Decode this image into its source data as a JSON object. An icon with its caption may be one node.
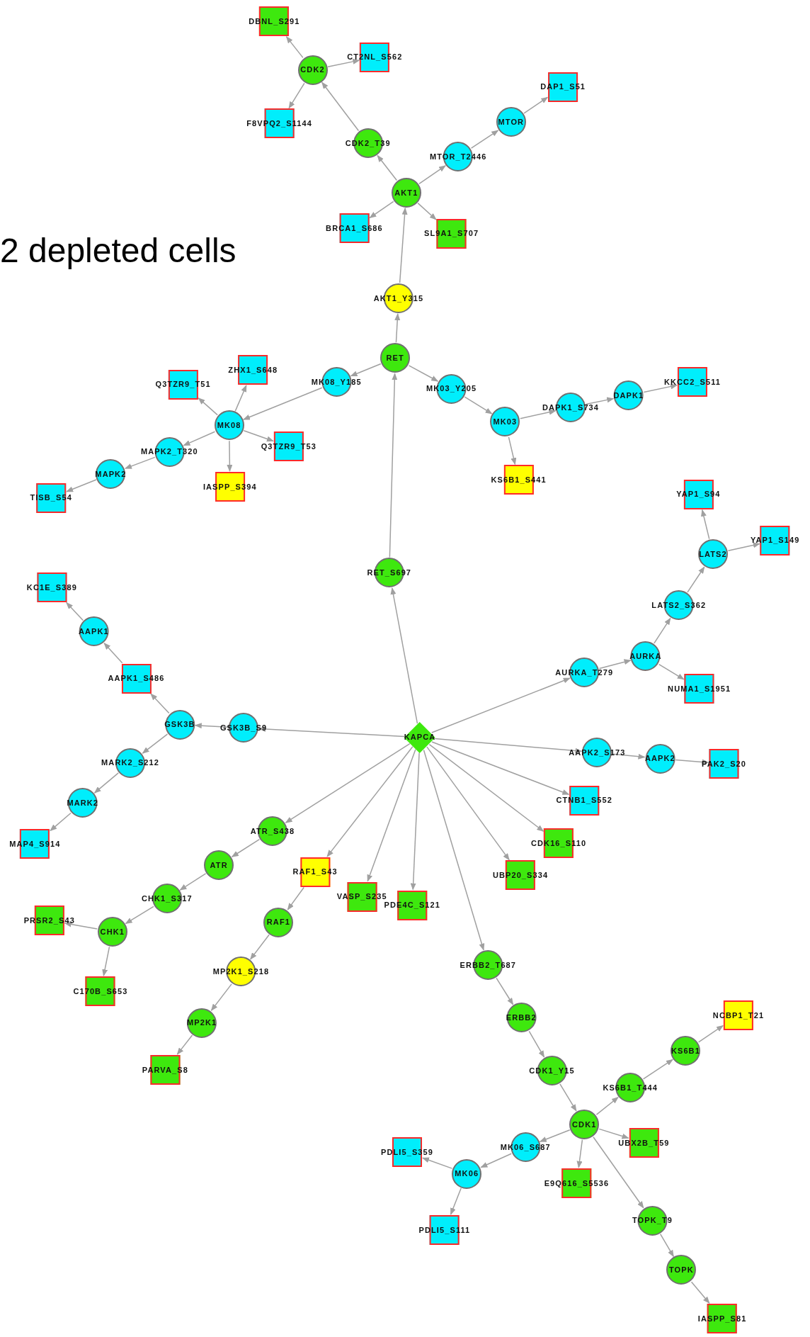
{
  "diagram": {
    "nodes": [
      {
        "text": [
          "DBNL_S291"
        ]
      },
      {
        "text": [
          "CDK2"
        ]
      },
      {
        "text": [
          "CT2NL_S562"
        ]
      },
      {
        "text": [
          "F8VPQ2_S1144"
        ]
      },
      {
        "text": [
          "CDK2_T39"
        ]
      },
      {
        "text": [
          "MTOR"
        ]
      },
      {
        "text": [
          "DAP1_S51"
        ]
      },
      {
        "text": [
          "MTOR_T2446"
        ]
      },
      {
        "text": [
          "AKT1"
        ]
      },
      {
        "text": [
          "BRCA1_S686"
        ]
      },
      {
        "text": [
          "SL9A1_S707"
        ]
      },
      {
        "text": [
          "AKT1_Y315"
        ]
      },
      {
        "text": [
          "RET"
        ]
      },
      {
        "text": [
          "MK08_Y185"
        ]
      },
      {
        "text": [
          "MK03_Y205"
        ]
      },
      {
        "text": [
          "ZHX1_S648"
        ]
      },
      {
        "text": [
          "Q3TZR9_T51"
        ]
      },
      {
        "text": [
          "MK08"
        ]
      },
      {
        "text": [
          "Q3TZR9_T53"
        ]
      },
      {
        "text": [
          "MAPK2_T320"
        ]
      },
      {
        "text": [
          "MAPK2"
        ]
      },
      {
        "text": [
          "IASPP_S394"
        ]
      },
      {
        "text": [
          "TISB_S54"
        ]
      },
      {
        "text": [
          "MK03"
        ]
      },
      {
        "text": [
          "DAPK1_S734"
        ]
      },
      {
        "text": [
          "DAPK1"
        ]
      },
      {
        "text": [
          "KKCC2_S511"
        ]
      },
      {
        "text": [
          "KS6B1_S441"
        ]
      },
      {
        "text": [
          "YAP1_S94"
        ]
      },
      {
        "text": [
          "YAP1_S149"
        ]
      },
      {
        "text": [
          "LATS2"
        ]
      },
      {
        "text": [
          "RET_S697"
        ]
      },
      {
        "text": [
          "KC1E_S389"
        ]
      },
      {
        "text": [
          "AAPK1"
        ]
      },
      {
        "text": [
          "LATS2_S362"
        ]
      },
      {
        "text": [
          "AAPK1_S486"
        ]
      },
      {
        "text": [
          "AURKA"
        ]
      },
      {
        "text": [
          "AURKA_T279"
        ]
      },
      {
        "text": [
          "NUMA1_S1951"
        ]
      },
      {
        "text": [
          "GSK3B"
        ]
      },
      {
        "text": [
          "GSK3B_S9"
        ]
      },
      {
        "text": [
          "KAPCA"
        ]
      },
      {
        "text": [
          "AAPK2_S173"
        ]
      },
      {
        "text": [
          "AAPK2"
        ]
      },
      {
        "text": [
          "PAK2_S20"
        ]
      },
      {
        "text": [
          "MARK2_S212"
        ]
      },
      {
        "text": [
          "CTNB1_S552"
        ]
      },
      {
        "text": [
          "MARK2"
        ]
      },
      {
        "text": [
          "ATR_S438"
        ]
      },
      {
        "text": [
          "CDK16_S110"
        ]
      },
      {
        "text": [
          "MAP4_S914"
        ]
      },
      {
        "text": [
          "ATR"
        ]
      },
      {
        "text": [
          "RAF1_S43"
        ]
      },
      {
        "text": [
          "UBP20_S334"
        ]
      },
      {
        "text": [
          "VASP_S235"
        ]
      },
      {
        "text": [
          "PDE4C_S121"
        ]
      },
      {
        "text": [
          "CHK1_S317"
        ]
      },
      {
        "text": [
          "PRSR2_S43"
        ]
      },
      {
        "text": [
          "CHK1"
        ]
      },
      {
        "text": [
          "RAF1"
        ]
      },
      {
        "text": [
          "ERBB2_T687"
        ]
      },
      {
        "text": [
          "MP2K1_S218"
        ]
      },
      {
        "text": [
          "C170B_S653"
        ]
      },
      {
        "text": [
          "ERBB2"
        ]
      },
      {
        "text": [
          "NCBP1_T21"
        ]
      },
      {
        "text": [
          "MP2K1"
        ]
      },
      {
        "text": [
          "KS6B1"
        ]
      },
      {
        "text": [
          "CDK1_Y15"
        ]
      },
      {
        "text": [
          "PARVA_S8"
        ]
      },
      {
        "text": [
          "KS6B1_T444"
        ]
      },
      {
        "text": [
          "CDK1"
        ]
      },
      {
        "text": [
          "UBX2B_T59"
        ]
      },
      {
        "text": [
          "MK06_S687"
        ]
      },
      {
        "text": [
          "PDLI5_S359"
        ]
      },
      {
        "text": [
          "MK06"
        ]
      },
      {
        "text": [
          "E9Q616_S5536"
        ]
      },
      {
        "text": [
          "TOPK_T9"
        ]
      },
      {
        "text": [
          "PDLI5_S111"
        ]
      },
      {
        "text": [
          "TOPK"
        ]
      },
      {
        "text": [
          "IASPP_S81"
        ]
      }
    ],
    "edges": [
      {
        "from": 1,
        "to": 0,
        "arrow": "to"
      },
      {
        "from": 1,
        "to": 2,
        "arrow": "to"
      },
      {
        "from": 1,
        "to": 3,
        "arrow": "to"
      },
      {
        "from": 4,
        "to": 1,
        "arrow": "to"
      },
      {
        "from": 8,
        "to": 4,
        "arrow": "to"
      },
      {
        "from": 8,
        "to": 7,
        "arrow": "to"
      },
      {
        "from": 7,
        "to": 5,
        "arrow": "to"
      },
      {
        "from": 5,
        "to": 6,
        "arrow": "to"
      },
      {
        "from": 8,
        "to": 9,
        "arrow": "to"
      },
      {
        "from": 8,
        "to": 10,
        "arrow": "to"
      },
      {
        "from": 11,
        "to": 8,
        "arrow": "to"
      },
      {
        "from": 12,
        "to": 11,
        "arrow": "to"
      },
      {
        "from": 12,
        "to": 13,
        "arrow": "to"
      },
      {
        "from": 13,
        "to": 17,
        "arrow": "to"
      },
      {
        "from": 12,
        "to": 14,
        "arrow": "to"
      },
      {
        "from": 14,
        "to": 23,
        "arrow": "to"
      },
      {
        "from": 17,
        "to": 16,
        "arrow": "to"
      },
      {
        "from": 17,
        "to": 15,
        "arrow": "to"
      },
      {
        "from": 17,
        "to": 18,
        "arrow": "to"
      },
      {
        "from": 17,
        "to": 19,
        "arrow": "to"
      },
      {
        "from": 19,
        "to": 20,
        "arrow": "to"
      },
      {
        "from": 20,
        "to": 22,
        "arrow": "to"
      },
      {
        "from": 17,
        "to": 21,
        "arrow": "to"
      },
      {
        "from": 23,
        "to": 24,
        "arrow": "to"
      },
      {
        "from": 24,
        "to": 25,
        "arrow": "to"
      },
      {
        "from": 25,
        "to": 26,
        "arrow": "to"
      },
      {
        "from": 23,
        "to": 27,
        "arrow": "to"
      },
      {
        "from": 31,
        "to": 12,
        "arrow": "to"
      },
      {
        "from": 41,
        "to": 31,
        "arrow": "to"
      },
      {
        "from": 41,
        "to": 37,
        "arrow": "to"
      },
      {
        "from": 37,
        "to": 36,
        "arrow": "to"
      },
      {
        "from": 36,
        "to": 34,
        "arrow": "to"
      },
      {
        "from": 34,
        "to": 30,
        "arrow": "to"
      },
      {
        "from": 30,
        "to": 28,
        "arrow": "to"
      },
      {
        "from": 30,
        "to": 29,
        "arrow": "to"
      },
      {
        "from": 36,
        "to": 38,
        "arrow": "to"
      },
      {
        "from": 41,
        "to": 40,
        "arrow": "to"
      },
      {
        "from": 40,
        "to": 39,
        "arrow": "to"
      },
      {
        "from": 39,
        "to": 35,
        "arrow": "to"
      },
      {
        "from": 35,
        "to": 33,
        "arrow": "to"
      },
      {
        "from": 33,
        "to": 32,
        "arrow": "to"
      },
      {
        "from": 39,
        "to": 45,
        "arrow": "to"
      },
      {
        "from": 45,
        "to": 47,
        "arrow": "to"
      },
      {
        "from": 47,
        "to": 50,
        "arrow": "to"
      },
      {
        "from": 41,
        "to": 42,
        "arrow": "to"
      },
      {
        "from": 42,
        "to": 43,
        "arrow": "to"
      },
      {
        "from": 43,
        "to": 44,
        "arrow": "to"
      },
      {
        "from": 41,
        "to": 46,
        "arrow": "to"
      },
      {
        "from": 41,
        "to": 49,
        "arrow": "to"
      },
      {
        "from": 41,
        "to": 53,
        "arrow": "to"
      },
      {
        "from": 41,
        "to": 48,
        "arrow": "to"
      },
      {
        "from": 48,
        "to": 51,
        "arrow": "to"
      },
      {
        "from": 51,
        "to": 56,
        "arrow": "to"
      },
      {
        "from": 56,
        "to": 58,
        "arrow": "to"
      },
      {
        "from": 58,
        "to": 57,
        "arrow": "to"
      },
      {
        "from": 58,
        "to": 62,
        "arrow": "to"
      },
      {
        "from": 41,
        "to": 52,
        "arrow": "to"
      },
      {
        "from": 52,
        "to": 59,
        "arrow": "to"
      },
      {
        "from": 59,
        "to": 61,
        "arrow": "to"
      },
      {
        "from": 61,
        "to": 65,
        "arrow": "to"
      },
      {
        "from": 65,
        "to": 68,
        "arrow": "to"
      },
      {
        "from": 41,
        "to": 54,
        "arrow": "to"
      },
      {
        "from": 41,
        "to": 55,
        "arrow": "to"
      },
      {
        "from": 41,
        "to": 60,
        "arrow": "to"
      },
      {
        "from": 60,
        "to": 63,
        "arrow": "to"
      },
      {
        "from": 63,
        "to": 67,
        "arrow": "to"
      },
      {
        "from": 67,
        "to": 70,
        "arrow": "to"
      },
      {
        "from": 70,
        "to": 69,
        "arrow": "to"
      },
      {
        "from": 69,
        "to": 66,
        "arrow": "to"
      },
      {
        "from": 66,
        "to": 64,
        "arrow": "to"
      },
      {
        "from": 70,
        "to": 71,
        "arrow": "to"
      },
      {
        "from": 70,
        "to": 75,
        "arrow": "to"
      },
      {
        "from": 70,
        "to": 72,
        "arrow": "to"
      },
      {
        "from": 72,
        "to": 74,
        "arrow": "to"
      },
      {
        "from": 74,
        "to": 73,
        "arrow": "to"
      },
      {
        "from": 74,
        "to": 77,
        "arrow": "to"
      },
      {
        "from": 70,
        "to": 76,
        "arrow": "to"
      },
      {
        "from": 76,
        "to": 78,
        "arrow": "to"
      },
      {
        "from": 78,
        "to": 79,
        "arrow": "to"
      }
    ],
    "labels": [
      "2 depleted cells"
    ]
  }
}
